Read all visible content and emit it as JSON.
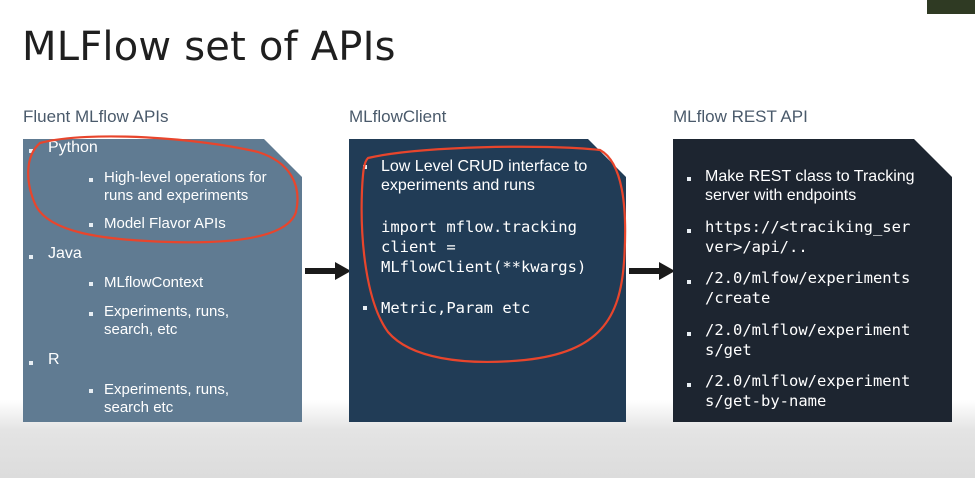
{
  "slide": {
    "title": "MLFlow set of APIs",
    "columns": [
      {
        "heading": "Fluent MLflow  APIs"
      },
      {
        "heading": "MLflowClient"
      },
      {
        "heading": "MLflow REST API"
      }
    ]
  },
  "fluent": {
    "python": "Python",
    "python_sub1": "High-level operations for runs and experiments",
    "python_sub2": "Model Flavor APIs",
    "java": "Java",
    "java_sub1": "MLflowContext",
    "java_sub2": "Experiments, runs, search, etc",
    "r": "R",
    "r_sub1": "Experiments, runs, search etc"
  },
  "client": {
    "desc": "Low Level CRUD interface to experiments and runs",
    "code1": "import mflow.tracking",
    "code2": "client =",
    "code3": "MLflowClient(**kwargs)",
    "metric": "Metric,Param etc"
  },
  "rest": {
    "desc": "Make REST class to Tracking server with endpoints",
    "ep1a": "https://<traciking_ser",
    "ep1b": "ver>/api/..",
    "ep2a": "/2.0/mlfow/experiments",
    "ep2b": "/create",
    "ep3a": "/2.0/mlflow/experiment",
    "ep3b": "s/get",
    "ep4a": "/2.0/mlflow/experiment",
    "ep4b": "s/get-by-name"
  },
  "colors": {
    "panel1": "#607b92",
    "panel2": "#213c56",
    "panel3": "#1d2530",
    "annotation": "#e8452c"
  }
}
